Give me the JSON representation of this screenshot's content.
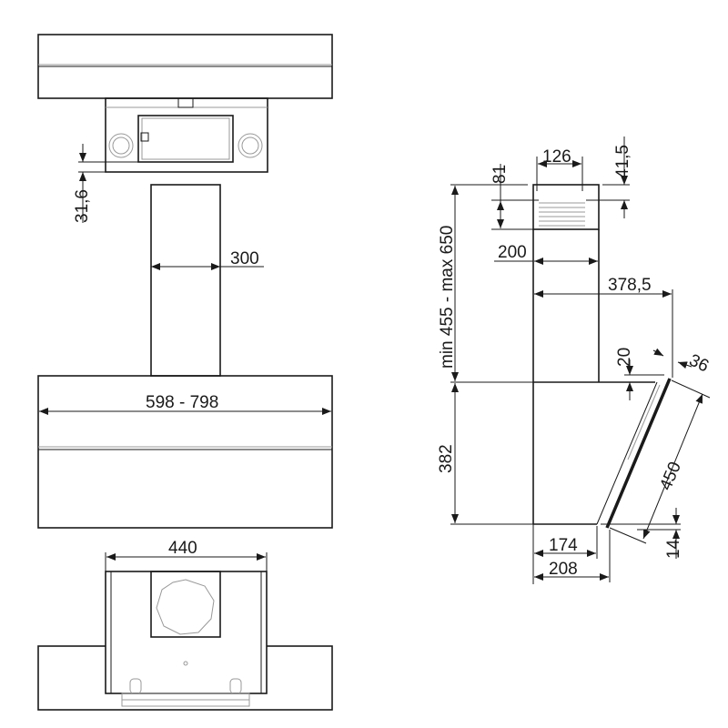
{
  "front_view": {
    "dim_filter_offset": "31,6",
    "dim_chimney_width": "300",
    "dim_hood_width": "598 - 798"
  },
  "top_view": {
    "dim_body_width": "440"
  },
  "side_view": {
    "dim_outlet_width": "126",
    "dim_outlet_height": "81",
    "dim_outlet_top": "41,5",
    "dim_chimney_height": "min 455 - max 650",
    "dim_chimney_depth": "200",
    "dim_total_depth": "378,5",
    "dim_panel_top_offset": "20",
    "dim_panel_thickness": "36",
    "dim_panel_length": "450",
    "dim_hood_height": "382",
    "dim_panel_bottom_offset": "14",
    "dim_body_depth": "174",
    "dim_bottom_depth": "208"
  }
}
